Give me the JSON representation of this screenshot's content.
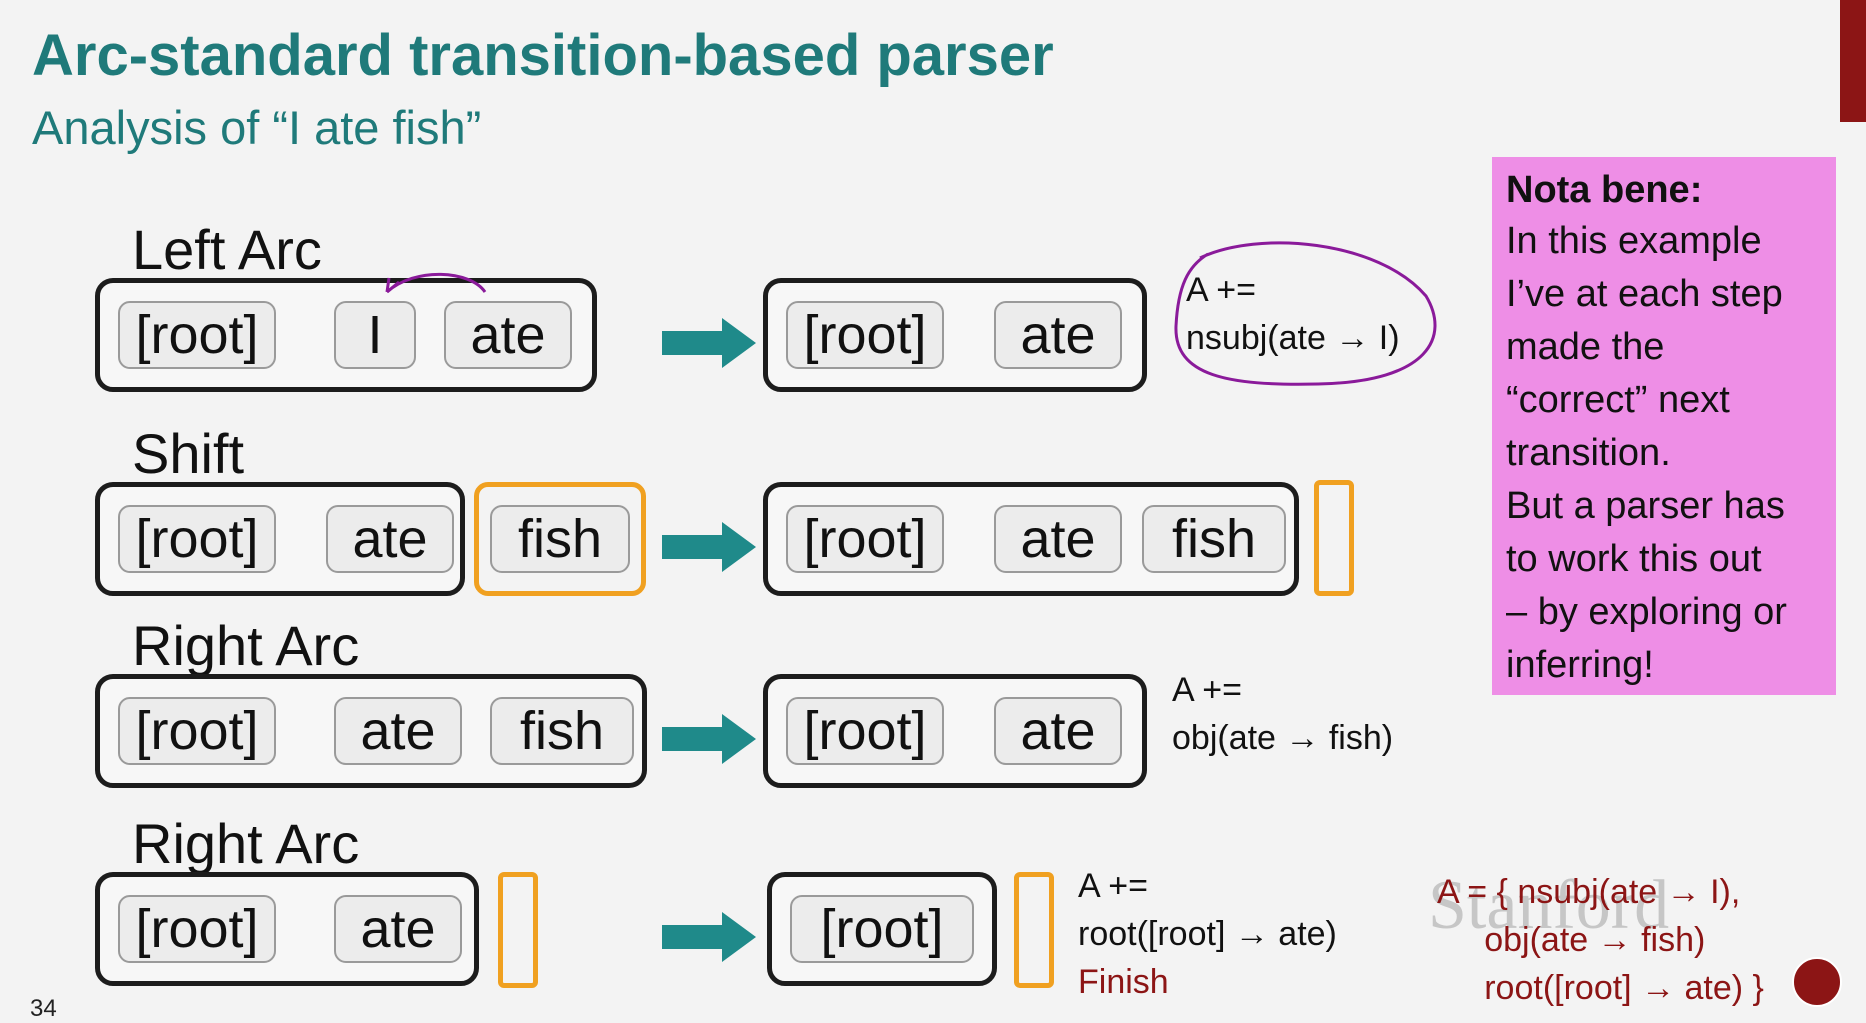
{
  "title": "Arc-standard transition-based parser",
  "subtitle": "Analysis of “I ate fish”",
  "rows": [
    {
      "op": "Left Arc",
      "before_stack": [
        "[root]",
        "I",
        "ate"
      ],
      "after_stack": [
        "[root]",
        "ate"
      ],
      "note_line1": "A +=",
      "note_line2": "nsubj(ate → I)"
    },
    {
      "op": "Shift",
      "before_stack": [
        "[root]",
        "ate"
      ],
      "before_buffer": "fish",
      "after_stack": [
        "[root]",
        "ate",
        "fish"
      ]
    },
    {
      "op": "Right Arc",
      "before_stack": [
        "[root]",
        "ate",
        "fish"
      ],
      "after_stack": [
        "[root]",
        "ate"
      ],
      "note_line1": "A +=",
      "note_line2": "obj(ate → fish)"
    },
    {
      "op": "Right Arc",
      "before_stack": [
        "[root]",
        "ate"
      ],
      "after_stack": [
        "[root]"
      ],
      "note_line1": "A +=",
      "note_line2": "root([root] → ate)",
      "note_line3": "Finish"
    }
  ],
  "nota_bene": {
    "title": "Nota bene:",
    "lines": [
      "In this example",
      "I’ve at each step",
      "made the",
      "“correct” next",
      "transition.",
      "But a parser has",
      "to work this out",
      "– by exploring or",
      "inferring!"
    ]
  },
  "final_arcs": {
    "line1": "A = { nsubj(ate → I),",
    "line2": "obj(ate → fish)",
    "line3": "root([root] → ate) }"
  },
  "watermark": "Stanford",
  "page_number": "34",
  "colors": {
    "title": "#1f7a7a",
    "arrow": "#1f8a8a",
    "buffer": "#f0a020",
    "nota_bene_bg": "#ee8ee6",
    "annotation_pen": "#8a1a9a",
    "finish": "#8c1515"
  }
}
